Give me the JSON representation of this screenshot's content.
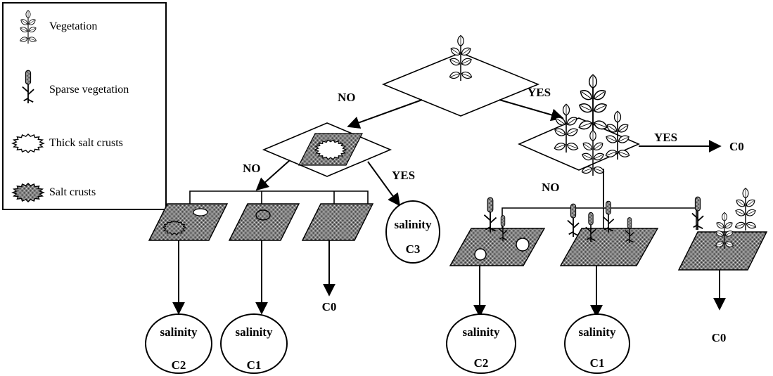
{
  "legend": {
    "items": [
      {
        "label": "Vegetation",
        "icon": "vegetation-icon"
      },
      {
        "label": "Sparse vegetation",
        "icon": "sparse-vegetation-icon"
      },
      {
        "label": "Thick salt crusts",
        "icon": "thick-salt-crust-icon"
      },
      {
        "label": "Salt crusts",
        "icon": "salt-crust-icon"
      }
    ]
  },
  "decisions": {
    "top_no": "NO",
    "top_yes": "YES",
    "left_no": "NO",
    "left_yes": "YES",
    "right_yes": "YES",
    "right_no": "NO"
  },
  "outcomes": {
    "c3": {
      "top": "salinity",
      "bottom": "C3"
    },
    "left_c2": {
      "top": "salinity",
      "bottom": "C2"
    },
    "left_c1": {
      "top": "salinity",
      "bottom": "C1"
    },
    "left_c0": "C0",
    "right_c2": {
      "top": "salinity",
      "bottom": "C2"
    },
    "right_c1": {
      "top": "salinity",
      "bottom": "C1"
    },
    "right_c0": "C0",
    "yes_c0": "C0"
  }
}
